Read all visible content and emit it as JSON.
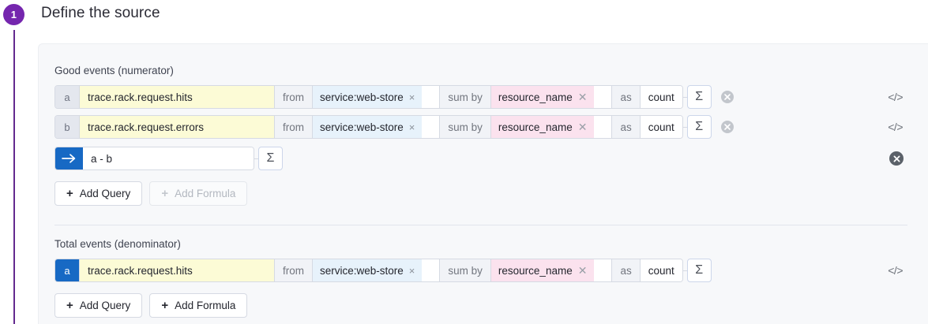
{
  "step": {
    "number": "1",
    "title": "Define the source"
  },
  "colors": {
    "step_purple": "#7526ae",
    "rail_purple": "#63298f",
    "accent_blue": "#1769c4",
    "metric_yellow": "#fcfbd6",
    "tag_blue": "#e7f2fb",
    "tag_pink": "#fbe2ee",
    "panel_bg": "#f7f8fa"
  },
  "numerator": {
    "label": "Good events (numerator)",
    "queries": [
      {
        "badge": "a",
        "badge_active": false,
        "metric": "trace.rack.request.hits",
        "from_label": "from",
        "from_tag": "service:web-store",
        "tag_remove": "×",
        "groupby_label": "sum by",
        "groupby_tag": "resource_name",
        "groupby_remove": "✕",
        "as_label": "as",
        "aggregation": "count",
        "sigma": "Σ",
        "code_icon": "</>",
        "has_delete": true
      },
      {
        "badge": "b",
        "badge_active": false,
        "metric": "trace.rack.request.errors",
        "from_label": "from",
        "from_tag": "service:web-store",
        "tag_remove": "×",
        "groupby_label": "sum by",
        "groupby_tag": "resource_name",
        "groupby_remove": "✕",
        "as_label": "as",
        "aggregation": "count",
        "sigma": "Σ",
        "code_icon": "</>",
        "has_delete": true
      }
    ],
    "formula": {
      "expression": "a - b",
      "sigma": "Σ"
    },
    "add_query_label": "Add Query",
    "add_formula_label": "Add Formula",
    "add_formula_disabled": true,
    "plus": "+"
  },
  "denominator": {
    "label": "Total events (denominator)",
    "queries": [
      {
        "badge": "a",
        "badge_active": true,
        "metric": "trace.rack.request.hits",
        "from_label": "from",
        "from_tag": "service:web-store",
        "tag_remove": "×",
        "groupby_label": "sum by",
        "groupby_tag": "resource_name",
        "groupby_remove": "✕",
        "as_label": "as",
        "aggregation": "count",
        "sigma": "Σ",
        "code_icon": "</>",
        "has_delete": false
      }
    ],
    "add_query_label": "Add Query",
    "add_formula_label": "Add Formula",
    "add_formula_disabled": false,
    "plus": "+"
  }
}
